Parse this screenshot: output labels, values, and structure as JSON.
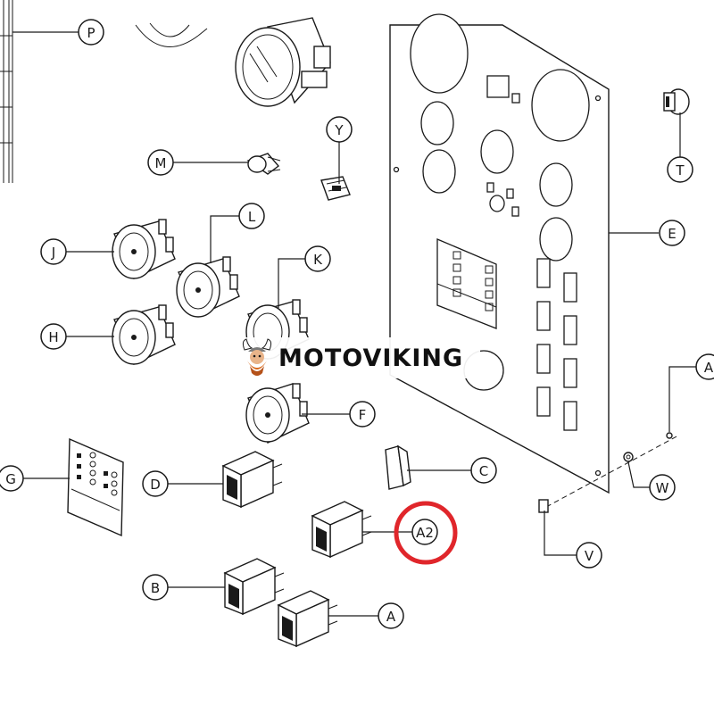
{
  "callouts": {
    "p": "P",
    "m": "M",
    "y": "Y",
    "t": "T",
    "e": "E",
    "j": "J",
    "l": "L",
    "k": "K",
    "h": "H",
    "f": "F",
    "g": "G",
    "d": "D",
    "c": "C",
    "a2": "A2",
    "b": "B",
    "a": "A",
    "a_right": "A",
    "w": "W",
    "v": "V"
  },
  "watermark": {
    "text": "MOTOVIKING"
  },
  "highlight": {
    "target": "A2",
    "color": "#e0262b"
  },
  "colors": {
    "line": "#1a1a1a",
    "background": "#ffffff",
    "highlight": "#e0262b",
    "logo_orange": "#d96a1e"
  }
}
